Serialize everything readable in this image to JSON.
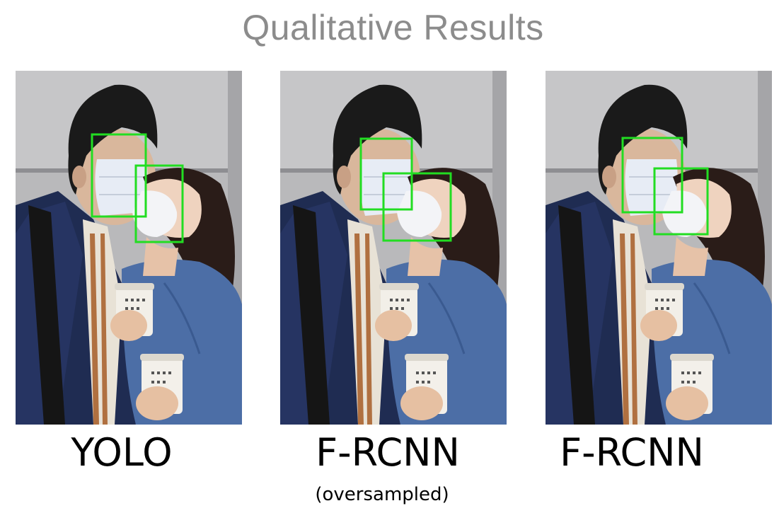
{
  "title": "Qualitative Results",
  "panels": [
    {
      "caption": "YOLO",
      "subcaption": "",
      "detections": 2
    },
    {
      "caption": "F-RCNN",
      "subcaption": "(oversampled)",
      "detections": 2
    },
    {
      "caption": "F-RCNN",
      "subcaption": "",
      "detections": 2
    }
  ],
  "colors": {
    "box": "#22dd22",
    "title": "#8c8c8c"
  }
}
